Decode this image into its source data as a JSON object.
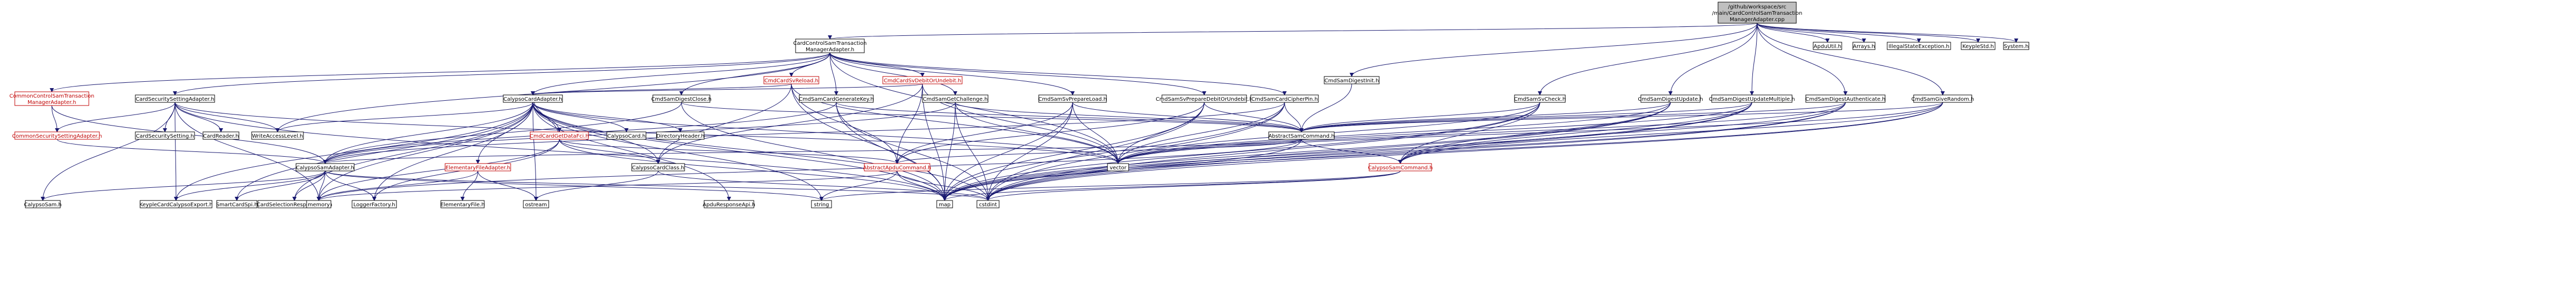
{
  "graph": {
    "colors": {
      "root_fill": "#bfbfbf",
      "node_stroke": "#000000",
      "node_fill": "#ffffff",
      "text_default": "#000000",
      "text_red": "#c00000",
      "stroke_red": "#c00000",
      "edge_blue": "#191970"
    },
    "nodes": [
      {
        "id": "root",
        "lines": [
          "/github/workspace/src",
          "/main/CardControlSamTransaction",
          "ManagerAdapter.cpp"
        ],
        "style": "root"
      },
      {
        "id": "ccstam",
        "lines": [
          "CardControlSamTransaction",
          "ManagerAdapter.h"
        ],
        "style": "normal"
      },
      {
        "id": "apdu_util",
        "lines": [
          "ApduUtil.h"
        ],
        "style": "normal"
      },
      {
        "id": "arrays",
        "lines": [
          "Arrays.h"
        ],
        "style": "normal"
      },
      {
        "id": "illegal_state",
        "lines": [
          "IllegalStateException.h"
        ],
        "style": "normal"
      },
      {
        "id": "keyple_std",
        "lines": [
          "KeypleStd.h"
        ],
        "style": "normal"
      },
      {
        "id": "system",
        "lines": [
          "System.h"
        ],
        "style": "normal"
      },
      {
        "id": "common_ccstam",
        "lines": [
          "CommonControlSamTransaction",
          "ManagerAdapter.h"
        ],
        "style": "red"
      },
      {
        "id": "card_sec_setting",
        "lines": [
          "CardSecuritySettingAdapter.h"
        ],
        "style": "normal"
      },
      {
        "id": "cmd_sv_reload",
        "lines": [
          "CmdCardSvReload.h"
        ],
        "style": "red"
      },
      {
        "id": "cmd_sv_debit",
        "lines": [
          "CmdCardSvDebitOrUndebit.h"
        ],
        "style": "red"
      },
      {
        "id": "cmd_sam_digest_init",
        "lines": [
          "CmdSamDigestInit.h"
        ],
        "style": "normal"
      },
      {
        "id": "common_sec_setting",
        "lines": [
          "CommonSecuritySettingAdapter.h"
        ],
        "style": "red"
      },
      {
        "id": "card_security_setting",
        "lines": [
          "CardSecuritySetting.h"
        ],
        "style": "normal"
      },
      {
        "id": "card_reader",
        "lines": [
          "CardReader.h"
        ],
        "style": "normal"
      },
      {
        "id": "write_access_level",
        "lines": [
          "WriteAccessLevel.h"
        ],
        "style": "normal"
      },
      {
        "id": "calypso_card_adapter",
        "lines": [
          "CalypsoCardAdapter.h"
        ],
        "style": "normal"
      },
      {
        "id": "cmd_sam_digest_close",
        "lines": [
          "CmdSamDigestClose.h"
        ],
        "style": "normal"
      },
      {
        "id": "cmd_sam_gen_key",
        "lines": [
          "CmdSamCardGenerateKey.h"
        ],
        "style": "normal"
      },
      {
        "id": "cmd_sam_get_challenge",
        "lines": [
          "CmdSamGetChallenge.h"
        ],
        "style": "normal"
      },
      {
        "id": "cmd_sam_sv_prepare_load",
        "lines": [
          "CmdSamSvPrepareLoad.h"
        ],
        "style": "normal"
      },
      {
        "id": "cmd_sam_sv_prepare_debit",
        "lines": [
          "CmdSamSvPrepareDebitOrUndebit.h"
        ],
        "style": "normal"
      },
      {
        "id": "cmd_sam_card_cipher_pin",
        "lines": [
          "CmdSamCardCipherPin.h"
        ],
        "style": "normal"
      },
      {
        "id": "cmd_sam_sv_check",
        "lines": [
          "CmdSamSvCheck.h"
        ],
        "style": "normal"
      },
      {
        "id": "cmd_sam_digest_update",
        "lines": [
          "CmdSamDigestUpdate.h"
        ],
        "style": "normal"
      },
      {
        "id": "cmd_sam_digest_update_multiple",
        "lines": [
          "CmdSamDigestUpdateMultiple.h"
        ],
        "style": "normal"
      },
      {
        "id": "cmd_sam_digest_auth",
        "lines": [
          "CmdSamDigestAuthenticate.h"
        ],
        "style": "normal"
      },
      {
        "id": "cmd_sam_give_random",
        "lines": [
          "CmdSamGiveRandom.h"
        ],
        "style": "normal"
      },
      {
        "id": "calypso_card",
        "lines": [
          "CalypsoCard.h"
        ],
        "style": "normal"
      },
      {
        "id": "directory_header",
        "lines": [
          "DirectoryHeader.h"
        ],
        "style": "normal"
      },
      {
        "id": "cmd_card_get_data_fci",
        "lines": [
          "CmdCardGetDataFci.h"
        ],
        "style": "red"
      },
      {
        "id": "abstract_sam_command",
        "lines": [
          "AbstractSamCommand.h"
        ],
        "style": "normal"
      },
      {
        "id": "calypso_sam_adapter",
        "lines": [
          "CalypsoSamAdapter.h"
        ],
        "style": "normal"
      },
      {
        "id": "elementary_file_adapter",
        "lines": [
          "ElementaryFileAdapter.h"
        ],
        "style": "red"
      },
      {
        "id": "calypso_card_class",
        "lines": [
          "CalypsoCardClass.h"
        ],
        "style": "normal"
      },
      {
        "id": "abstract_apdu_command",
        "lines": [
          "AbstractApduCommand.h"
        ],
        "style": "red"
      },
      {
        "id": "vector",
        "lines": [
          "vector"
        ],
        "style": "normal"
      },
      {
        "id": "calypso_sam_command",
        "lines": [
          "CalypsoSamCommand.h"
        ],
        "style": "red"
      },
      {
        "id": "calypso_sam",
        "lines": [
          "CalypsoSam.h"
        ],
        "style": "normal"
      },
      {
        "id": "keyple_card_calypso_export",
        "lines": [
          "KeypleCardCalypsoExport.h"
        ],
        "style": "normal"
      },
      {
        "id": "smart_card_spi",
        "lines": [
          "SmartCardSpi.h"
        ],
        "style": "normal"
      },
      {
        "id": "card_selection_response_api",
        "lines": [
          "CardSelectionResponseApi.h"
        ],
        "style": "normal"
      },
      {
        "id": "memory",
        "lines": [
          "memory"
        ],
        "style": "normal"
      },
      {
        "id": "logger_factory",
        "lines": [
          "LoggerFactory.h"
        ],
        "style": "normal"
      },
      {
        "id": "elementary_file",
        "lines": [
          "ElementaryFile.h"
        ],
        "style": "normal"
      },
      {
        "id": "ostream",
        "lines": [
          "ostream"
        ],
        "style": "normal"
      },
      {
        "id": "apdu_response_api",
        "lines": [
          "ApduResponseApi.h"
        ],
        "style": "normal"
      },
      {
        "id": "string",
        "lines": [
          "string"
        ],
        "style": "normal"
      },
      {
        "id": "map",
        "lines": [
          "map"
        ],
        "style": "normal"
      },
      {
        "id": "cstdint",
        "lines": [
          "cstdint"
        ],
        "style": "normal"
      }
    ],
    "edges": [
      [
        "root",
        "ccstam"
      ],
      [
        "root",
        "apdu_util"
      ],
      [
        "root",
        "arrays"
      ],
      [
        "root",
        "illegal_state"
      ],
      [
        "root",
        "keyple_std"
      ],
      [
        "root",
        "system"
      ],
      [
        "root",
        "cmd_sam_digest_init"
      ],
      [
        "root",
        "cmd_sam_sv_check"
      ],
      [
        "root",
        "cmd_sam_digest_update"
      ],
      [
        "root",
        "cmd_sam_digest_update_multiple"
      ],
      [
        "root",
        "cmd_sam_digest_auth"
      ],
      [
        "root",
        "cmd_sam_give_random"
      ],
      [
        "ccstam",
        "common_ccstam"
      ],
      [
        "ccstam",
        "card_sec_setting"
      ],
      [
        "ccstam",
        "cmd_sv_reload"
      ],
      [
        "ccstam",
        "cmd_sv_debit"
      ],
      [
        "ccstam",
        "calypso_card_adapter"
      ],
      [
        "ccstam",
        "cmd_sam_digest_close"
      ],
      [
        "ccstam",
        "cmd_sam_gen_key"
      ],
      [
        "ccstam",
        "cmd_sam_get_challenge"
      ],
      [
        "ccstam",
        "cmd_sam_sv_prepare_load"
      ],
      [
        "ccstam",
        "cmd_sam_sv_prepare_debit"
      ],
      [
        "ccstam",
        "cmd_sam_card_cipher_pin"
      ],
      [
        "ccstam",
        "write_access_level"
      ],
      [
        "ccstam",
        "vector"
      ],
      [
        "common_ccstam",
        "common_sec_setting"
      ],
      [
        "common_ccstam",
        "calypso_sam_adapter"
      ],
      [
        "card_sec_setting",
        "common_sec_setting"
      ],
      [
        "card_sec_setting",
        "card_security_setting"
      ],
      [
        "card_sec_setting",
        "card_reader"
      ],
      [
        "card_sec_setting",
        "write_access_level"
      ],
      [
        "card_sec_setting",
        "calypso_sam"
      ],
      [
        "card_sec_setting",
        "keyple_card_calypso_export"
      ],
      [
        "card_sec_setting",
        "memory"
      ],
      [
        "card_sec_setting",
        "map"
      ],
      [
        "card_sec_setting",
        "vector"
      ],
      [
        "common_sec_setting",
        "calypso_sam_adapter"
      ],
      [
        "cmd_sv_reload",
        "calypso_card_adapter"
      ],
      [
        "cmd_sv_reload",
        "abstract_apdu_command"
      ],
      [
        "cmd_sv_reload",
        "calypso_card_class"
      ],
      [
        "cmd_sv_reload",
        "map"
      ],
      [
        "cmd_sv_reload",
        "vector"
      ],
      [
        "cmd_sv_debit",
        "calypso_card_adapter"
      ],
      [
        "cmd_sv_debit",
        "abstract_apdu_command"
      ],
      [
        "cmd_sv_debit",
        "calypso_card_class"
      ],
      [
        "cmd_sv_debit",
        "map"
      ],
      [
        "cmd_sv_debit",
        "vector"
      ],
      [
        "cmd_sam_digest_init",
        "abstract_sam_command"
      ],
      [
        "calypso_card_adapter",
        "calypso_card"
      ],
      [
        "calypso_card_adapter",
        "directory_header"
      ],
      [
        "calypso_card_adapter",
        "cmd_card_get_data_fci"
      ],
      [
        "calypso_card_adapter",
        "elementary_file_adapter"
      ],
      [
        "calypso_card_adapter",
        "calypso_card_class"
      ],
      [
        "calypso_card_adapter",
        "calypso_sam_adapter"
      ],
      [
        "calypso_card_adapter",
        "write_access_level"
      ],
      [
        "calypso_card_adapter",
        "smart_card_spi"
      ],
      [
        "calypso_card_adapter",
        "card_selection_response_api"
      ],
      [
        "calypso_card_adapter",
        "apdu_response_api"
      ],
      [
        "calypso_card_adapter",
        "logger_factory"
      ],
      [
        "calypso_card_adapter",
        "memory"
      ],
      [
        "calypso_card_adapter",
        "ostream"
      ],
      [
        "calypso_card_adapter",
        "string"
      ],
      [
        "calypso_card_adapter",
        "map"
      ],
      [
        "calypso_card_adapter",
        "cstdint"
      ],
      [
        "calypso_card_adapter",
        "vector"
      ],
      [
        "calypso_card_adapter",
        "keyple_card_calypso_export"
      ],
      [
        "cmd_card_get_data_fci",
        "calypso_card_adapter"
      ],
      [
        "cmd_card_get_data_fci",
        "abstract_apdu_command"
      ],
      [
        "cmd_card_get_data_fci",
        "calypso_card_class"
      ],
      [
        "cmd_card_get_data_fci",
        "memory"
      ],
      [
        "cmd_card_get_data_fci",
        "map"
      ],
      [
        "cmd_card_get_data_fci",
        "logger_factory"
      ],
      [
        "elementary_file_adapter",
        "elementary_file"
      ],
      [
        "elementary_file_adapter",
        "memory"
      ],
      [
        "elementary_file_adapter",
        "ostream"
      ],
      [
        "cmd_sam_digest_close",
        "abstract_sam_command"
      ],
      [
        "cmd_sam_digest_close",
        "calypso_sam_adapter"
      ],
      [
        "cmd_sam_digest_close",
        "map"
      ],
      [
        "cmd_sam_gen_key",
        "abstract_sam_command"
      ],
      [
        "cmd_sam_gen_key",
        "calypso_sam_adapter"
      ],
      [
        "cmd_sam_gen_key",
        "map"
      ],
      [
        "cmd_sam_gen_key",
        "cstdint"
      ],
      [
        "cmd_sam_get_challenge",
        "abstract_sam_command"
      ],
      [
        "cmd_sam_get_challenge",
        "calypso_sam_adapter"
      ],
      [
        "cmd_sam_get_challenge",
        "map"
      ],
      [
        "cmd_sam_get_challenge",
        "cstdint"
      ],
      [
        "cmd_sam_get_challenge",
        "vector"
      ],
      [
        "cmd_sam_sv_prepare_load",
        "abstract_sam_command"
      ],
      [
        "cmd_sam_sv_prepare_load",
        "abstract_apdu_command"
      ],
      [
        "cmd_sam_sv_prepare_load",
        "map"
      ],
      [
        "cmd_sam_sv_prepare_load",
        "vector"
      ],
      [
        "cmd_sam_sv_prepare_load",
        "cstdint"
      ],
      [
        "cmd_sam_sv_prepare_debit",
        "abstract_sam_command"
      ],
      [
        "cmd_sam_sv_prepare_debit",
        "abstract_apdu_command"
      ],
      [
        "cmd_sam_sv_prepare_debit",
        "map"
      ],
      [
        "cmd_sam_sv_prepare_debit",
        "vector"
      ],
      [
        "cmd_sam_sv_prepare_debit",
        "cstdint"
      ],
      [
        "cmd_sam_card_cipher_pin",
        "abstract_sam_command"
      ],
      [
        "cmd_sam_card_cipher_pin",
        "calypso_sam_adapter"
      ],
      [
        "cmd_sam_card_cipher_pin",
        "map"
      ],
      [
        "cmd_sam_card_cipher_pin",
        "vector"
      ],
      [
        "cmd_sam_card_cipher_pin",
        "cstdint"
      ],
      [
        "cmd_sam_sv_check",
        "abstract_sam_command"
      ],
      [
        "cmd_sam_sv_check",
        "calypso_sam_command"
      ],
      [
        "cmd_sam_sv_check",
        "map"
      ],
      [
        "cmd_sam_sv_check",
        "vector"
      ],
      [
        "cmd_sam_sv_check",
        "cstdint"
      ],
      [
        "cmd_sam_digest_update",
        "abstract_sam_command"
      ],
      [
        "cmd_sam_digest_update",
        "calypso_sam_command"
      ],
      [
        "cmd_sam_digest_update",
        "map"
      ],
      [
        "cmd_sam_digest_update",
        "vector"
      ],
      [
        "cmd_sam_digest_update",
        "cstdint"
      ],
      [
        "cmd_sam_digest_update_multiple",
        "abstract_sam_command"
      ],
      [
        "cmd_sam_digest_update_multiple",
        "calypso_sam_command"
      ],
      [
        "cmd_sam_digest_update_multiple",
        "map"
      ],
      [
        "cmd_sam_digest_update_multiple",
        "vector"
      ],
      [
        "cmd_sam_digest_update_multiple",
        "cstdint"
      ],
      [
        "cmd_sam_digest_auth",
        "abstract_sam_command"
      ],
      [
        "cmd_sam_digest_auth",
        "calypso_sam_command"
      ],
      [
        "cmd_sam_digest_auth",
        "map"
      ],
      [
        "cmd_sam_digest_auth",
        "vector"
      ],
      [
        "cmd_sam_digest_auth",
        "cstdint"
      ],
      [
        "cmd_sam_give_random",
        "abstract_sam_command"
      ],
      [
        "cmd_sam_give_random",
        "calypso_sam_command"
      ],
      [
        "cmd_sam_give_random",
        "map"
      ],
      [
        "cmd_sam_give_random",
        "vector"
      ],
      [
        "cmd_sam_give_random",
        "cstdint"
      ],
      [
        "abstract_sam_command",
        "abstract_apdu_command"
      ],
      [
        "abstract_sam_command",
        "calypso_sam_command"
      ],
      [
        "abstract_sam_command",
        "calypso_sam_adapter"
      ],
      [
        "abstract_sam_command",
        "map"
      ],
      [
        "abstract_sam_command",
        "memory"
      ],
      [
        "calypso_sam_adapter",
        "calypso_sam"
      ],
      [
        "calypso_sam_adapter",
        "keyple_card_calypso_export"
      ],
      [
        "calypso_sam_adapter",
        "smart_card_spi"
      ],
      [
        "calypso_sam_adapter",
        "card_selection_response_api"
      ],
      [
        "calypso_sam_adapter",
        "memory"
      ],
      [
        "calypso_sam_adapter",
        "logger_factory"
      ],
      [
        "calypso_sam_adapter",
        "string"
      ],
      [
        "calypso_sam_adapter",
        "cstdint"
      ],
      [
        "calypso_card_class",
        "cstdint"
      ],
      [
        "calypso_card_class",
        "ostream"
      ],
      [
        "abstract_apdu_command",
        "memory"
      ],
      [
        "abstract_apdu_command",
        "string"
      ],
      [
        "abstract_apdu_command",
        "map"
      ],
      [
        "abstract_apdu_command",
        "cstdint"
      ],
      [
        "calypso_sam_command",
        "string"
      ],
      [
        "calypso_sam_command",
        "cstdint"
      ],
      [
        "calypso_sam_command",
        "map"
      ]
    ]
  }
}
